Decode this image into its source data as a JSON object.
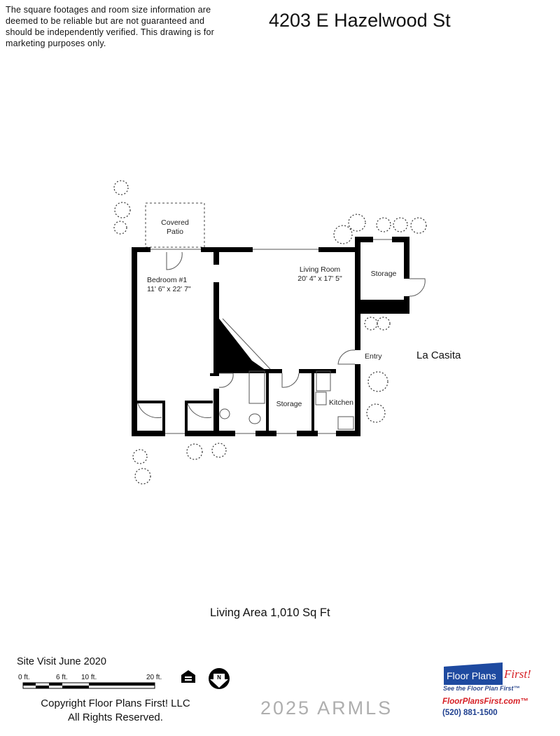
{
  "disclaimer": "The square footages and room size information are deemed to be reliable but are not guaranteed and should be independently verified. This drawing is for marketing purposes only.",
  "title": "4203 E Hazelwood St",
  "rooms": {
    "patio": [
      "Covered",
      "Patio"
    ],
    "bedroom": [
      "Bedroom #1",
      "11' 6\" x 22' 7\""
    ],
    "living": [
      "Living Room",
      "20' 4\" x 17' 5\""
    ],
    "storage_ne": "Storage",
    "entry": "Entry",
    "storage": "Storage",
    "kitchen": "Kitchen"
  },
  "casita": "La Casita",
  "living_area": "Living Area 1,010 Sq Ft",
  "site_visit": "Site Visit June 2020",
  "scale": [
    "0 ft.",
    "6 ft.",
    "10 ft.",
    "20 ft."
  ],
  "copyright": [
    "Copyright Floor Plans First! LLC",
    "All Rights Reserved."
  ],
  "watermark": "2025 ARMLS",
  "logo": {
    "text1": "Floor Plans",
    "text2": "First!",
    "tagline": "See the Floor Plan First™",
    "site": "FloorPlansFirst.com™",
    "phone": "(520) 881-1500",
    "blue": "#1e4aa0",
    "red": "#d61e24"
  },
  "icons": [
    "equal-housing-icon",
    "north-arrow-icon"
  ]
}
